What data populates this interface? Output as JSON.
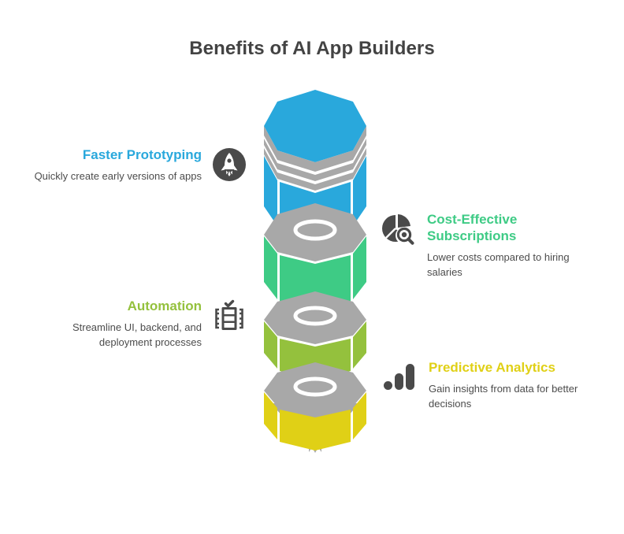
{
  "title": "Benefits of AI App Builders",
  "colors": {
    "blue": "#29A8DC",
    "green": "#3ECB85",
    "olive": "#94C13D",
    "yellow": "#E0D016",
    "grey": "#A8A8A8",
    "dark_grey": "#4A4A4A",
    "title": "#434343",
    "body_text": "#4C4C4C"
  },
  "blocks": [
    {
      "heading": "Faster Prototyping",
      "desc": "Quickly create early versions of apps",
      "icon": "rocket-icon",
      "color": "#29A8DC",
      "side": "left"
    },
    {
      "heading": "Cost-Effective Subscriptions",
      "desc": "Lower costs compared to hiring salaries",
      "icon": "pie-chart-search-icon",
      "color": "#3ECB85",
      "side": "right"
    },
    {
      "heading": "Automation",
      "desc": "Streamline UI, backend, and deployment processes",
      "icon": "server-checklist-icon",
      "color": "#94C13D",
      "side": "left"
    },
    {
      "heading": "Predictive Analytics",
      "desc": "Gain insights from data for better decisions",
      "icon": "bar-chart-icon",
      "color": "#E0D016",
      "side": "right"
    }
  ],
  "funnel": {
    "segments": [
      {
        "name": "blue-segment",
        "color": "#29A8DC"
      },
      {
        "name": "green-segment",
        "color": "#3ECB85"
      },
      {
        "name": "olive-segment",
        "color": "#94C13D"
      },
      {
        "name": "yellow-segment",
        "color": "#E0D016"
      }
    ],
    "cone_color": "#A8A8A8"
  }
}
